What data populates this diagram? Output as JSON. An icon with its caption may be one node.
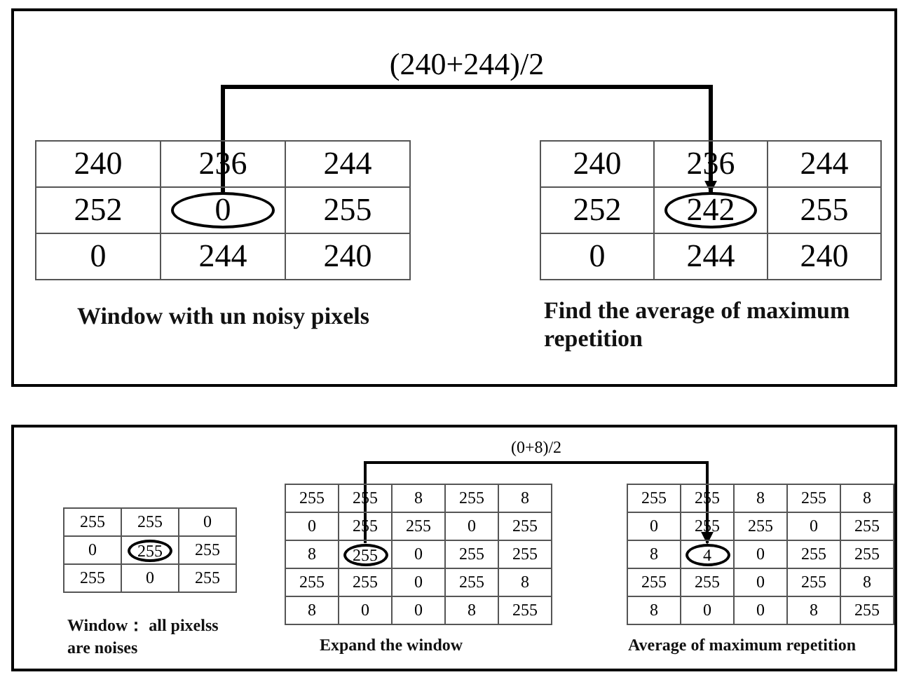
{
  "diagram": {
    "nodes": [
      {
        "text": [
          "0"
        ]
      },
      {
        "text": [
          "242"
        ]
      },
      {
        "text": [
          "255"
        ]
      },
      {
        "text": [
          "255"
        ]
      },
      {
        "text": [
          "4"
        ]
      }
    ],
    "edges": [
      {
        "from": 0,
        "to": 1,
        "arrow": "to",
        "label": "(240+244)/2"
      },
      {
        "from": 3,
        "to": 4,
        "arrow": "to",
        "label": "(0+8)/2"
      }
    ],
    "labels": [
      "240",
      "236",
      "244",
      "252",
      "255",
      "0",
      "244",
      "240",
      "Window with un noisy pixels",
      "240",
      "236",
      "244",
      "252",
      "255",
      "0",
      "244",
      "240",
      "Find the average of maximum repetition",
      "255",
      "255",
      "0",
      "0",
      "255",
      "255",
      "0",
      "255",
      "Window： all pixelss are noises",
      "255",
      "255",
      "8",
      "255",
      "8",
      "0",
      "255",
      "255",
      "0",
      "255",
      "8",
      "0",
      "255",
      "255",
      "255",
      "255",
      "0",
      "255",
      "8",
      "8",
      "0",
      "0",
      "8",
      "255",
      "Expand the window",
      "255",
      "255",
      "8",
      "255",
      "8",
      "0",
      "255",
      "255",
      "0",
      "255",
      "8",
      "0",
      "255",
      "255",
      "255",
      "255",
      "0",
      "255",
      "8",
      "8",
      "0",
      "0",
      "8",
      "255",
      "Average of maximum repetition"
    ]
  }
}
